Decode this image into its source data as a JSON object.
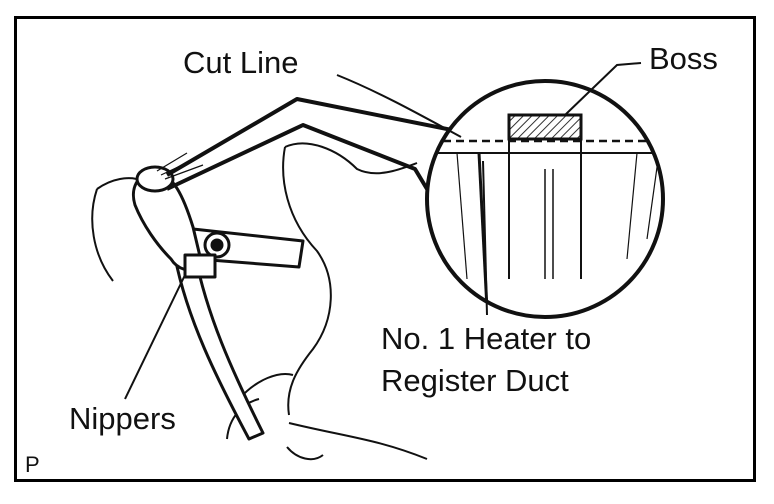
{
  "diagram": {
    "labels": {
      "cut_line": "Cut Line",
      "boss": "Boss",
      "duct_line1": "No. 1 Heater to",
      "duct_line2": "Register Duct",
      "nippers": "Nippers",
      "corner_code": "P"
    },
    "colors": {
      "ink": "#111111",
      "background": "#ffffff",
      "hatch": "#333333"
    }
  }
}
